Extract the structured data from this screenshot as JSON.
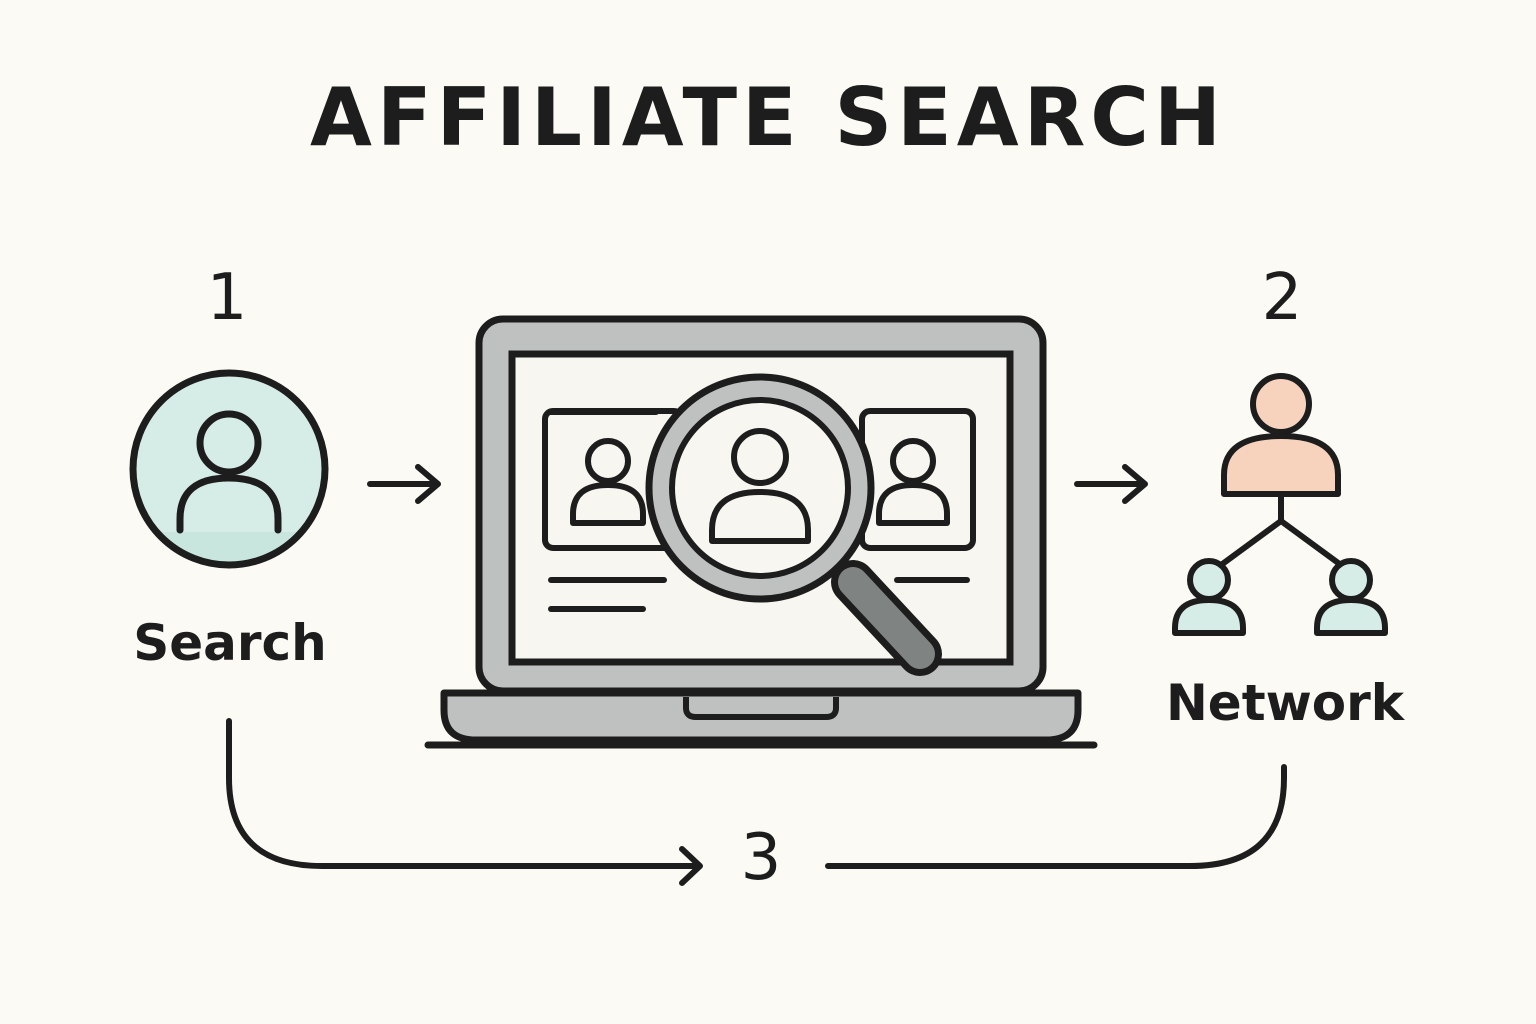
{
  "title": "AFFILIATE SEARCH",
  "steps": [
    {
      "number": "1",
      "label": "Search"
    },
    {
      "number": "2",
      "label": "Network"
    },
    {
      "number": "3"
    }
  ],
  "colors": {
    "background": "#fcfaf4",
    "stroke": "#1d1d1d",
    "mint": "#d6ece6",
    "peach": "#f7d2bd",
    "laptop_gray": "#bfc1c0",
    "screen": "#f7f6f0",
    "handle_gray": "#7f8381"
  },
  "icons": [
    "user-icon",
    "arrow-right-icon",
    "laptop-icon",
    "magnifier-icon",
    "network-icon",
    "curved-arrow-icon"
  ]
}
